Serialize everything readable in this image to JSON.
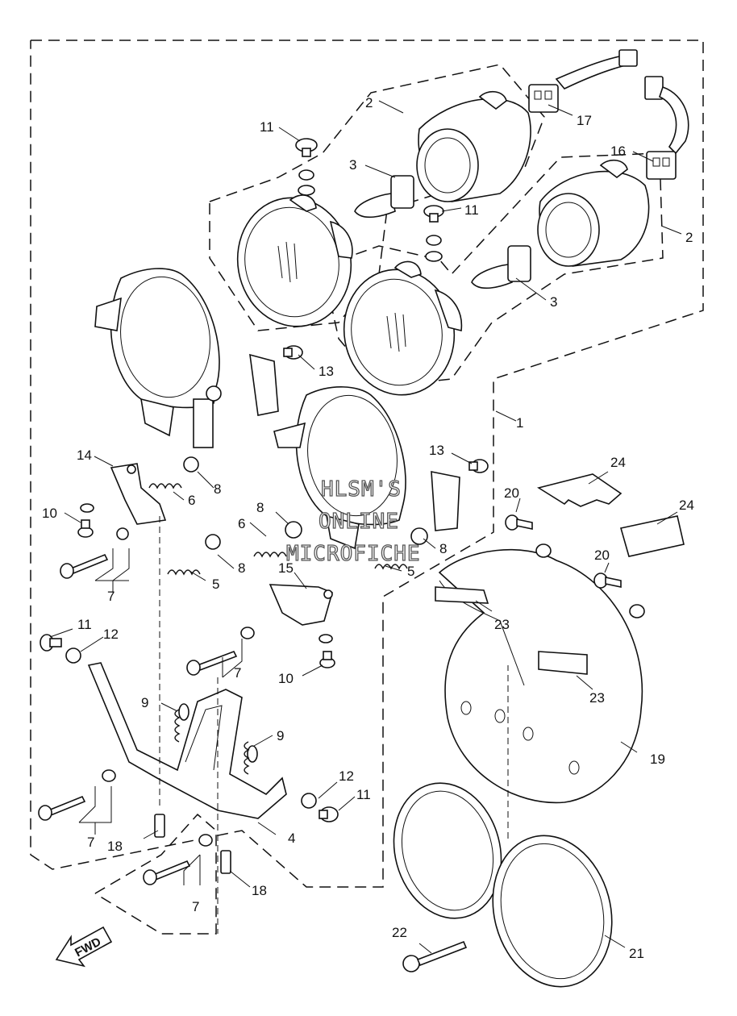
{
  "watermark": {
    "line1": "HLSM'S",
    "line2": "ONLINE",
    "line3": "MICROFICHE"
  },
  "direction_label": "FWD",
  "callouts": {
    "c1": "1",
    "c2a": "2",
    "c2b": "2",
    "c3a": "3",
    "c3b": "3",
    "c4": "4",
    "c5a": "5",
    "c5b": "5",
    "c6a": "6",
    "c6b": "6",
    "c7a": "7",
    "c7b": "7",
    "c7c": "7",
    "c7d": "7",
    "c8a": "8",
    "c8b": "8",
    "c8c": "8",
    "c8d": "8",
    "c9a": "9",
    "c9b": "9",
    "c10a": "10",
    "c10b": "10",
    "c11a": "11",
    "c11b": "11",
    "c11c": "11",
    "c11d": "11",
    "c12a": "12",
    "c12b": "12",
    "c13a": "13",
    "c13b": "13",
    "c14": "14",
    "c15": "15",
    "c16": "16",
    "c17": "17",
    "c18a": "18",
    "c18b": "18",
    "c19": "19",
    "c20a": "20",
    "c20b": "20",
    "c21": "21",
    "c22": "22",
    "c23a": "23",
    "c23b": "23",
    "c24a": "24",
    "c24b": "24"
  }
}
